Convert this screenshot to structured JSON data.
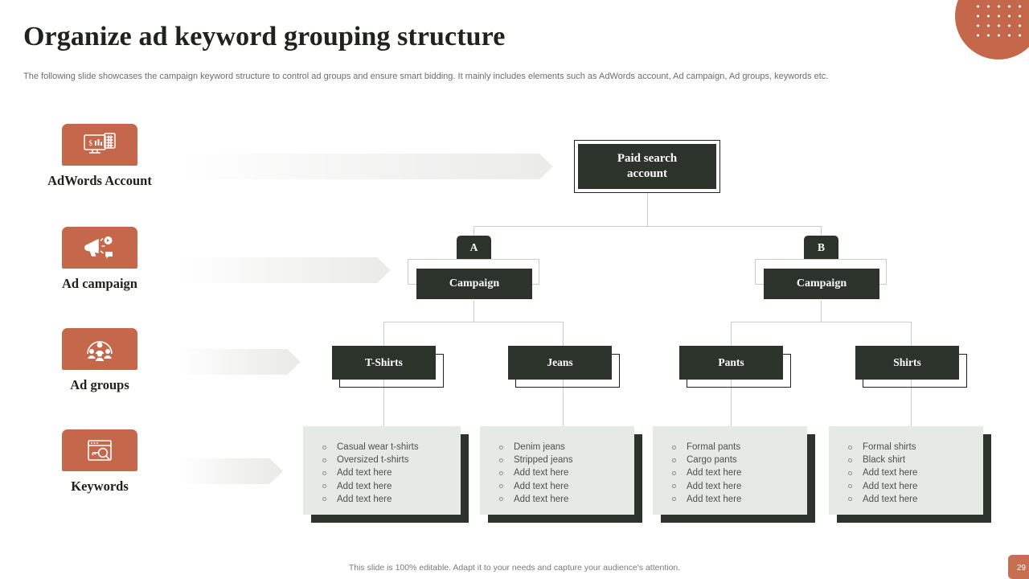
{
  "slide": {
    "title": "Organize ad keyword grouping structure",
    "subtitle": "The following slide showcases the campaign keyword structure to control ad groups and ensure smart bidding. It mainly includes elements such as AdWords account, Ad campaign, Ad groups, keywords etc.",
    "footer_note": "This slide is 100% editable. Adapt it to your needs and capture your audience's attention.",
    "page_number": "29",
    "accent_color": "#c4674a",
    "dark_color": "#2b332b",
    "panel_color": "#e6eae4"
  },
  "legend": [
    {
      "label": "AdWords Account",
      "icon": "monitor-dollar-chart-icon"
    },
    {
      "label": "Ad campaign",
      "icon": "megaphone-icon"
    },
    {
      "label": "Ad groups",
      "icon": "people-group-icon"
    },
    {
      "label": "Keywords",
      "icon": "browser-key-search-icon"
    }
  ],
  "tree": {
    "root": {
      "line1": "Paid search",
      "line2": "account"
    },
    "campaigns": [
      {
        "tab": "A",
        "label": "Campaign"
      },
      {
        "tab": "B",
        "label": "Campaign"
      }
    ],
    "ad_groups": [
      {
        "label": "T-Shirts"
      },
      {
        "label": "Jeans"
      },
      {
        "label": "Pants"
      },
      {
        "label": "Shirts"
      }
    ],
    "keyword_panels": [
      {
        "items": [
          "Casual wear t-shirts",
          "Oversized t-shirts",
          "Add text here",
          "Add text here",
          "Add text here"
        ]
      },
      {
        "items": [
          "Denim jeans",
          "Stripped jeans",
          "Add text here",
          "Add text here",
          "Add text here"
        ]
      },
      {
        "items": [
          "Formal pants",
          "Cargo pants",
          "Add text here",
          "Add text here",
          "Add text here"
        ]
      },
      {
        "items": [
          "Formal shirts",
          "Black shirt",
          "Add text here",
          "Add text here",
          "Add text here"
        ]
      }
    ]
  }
}
